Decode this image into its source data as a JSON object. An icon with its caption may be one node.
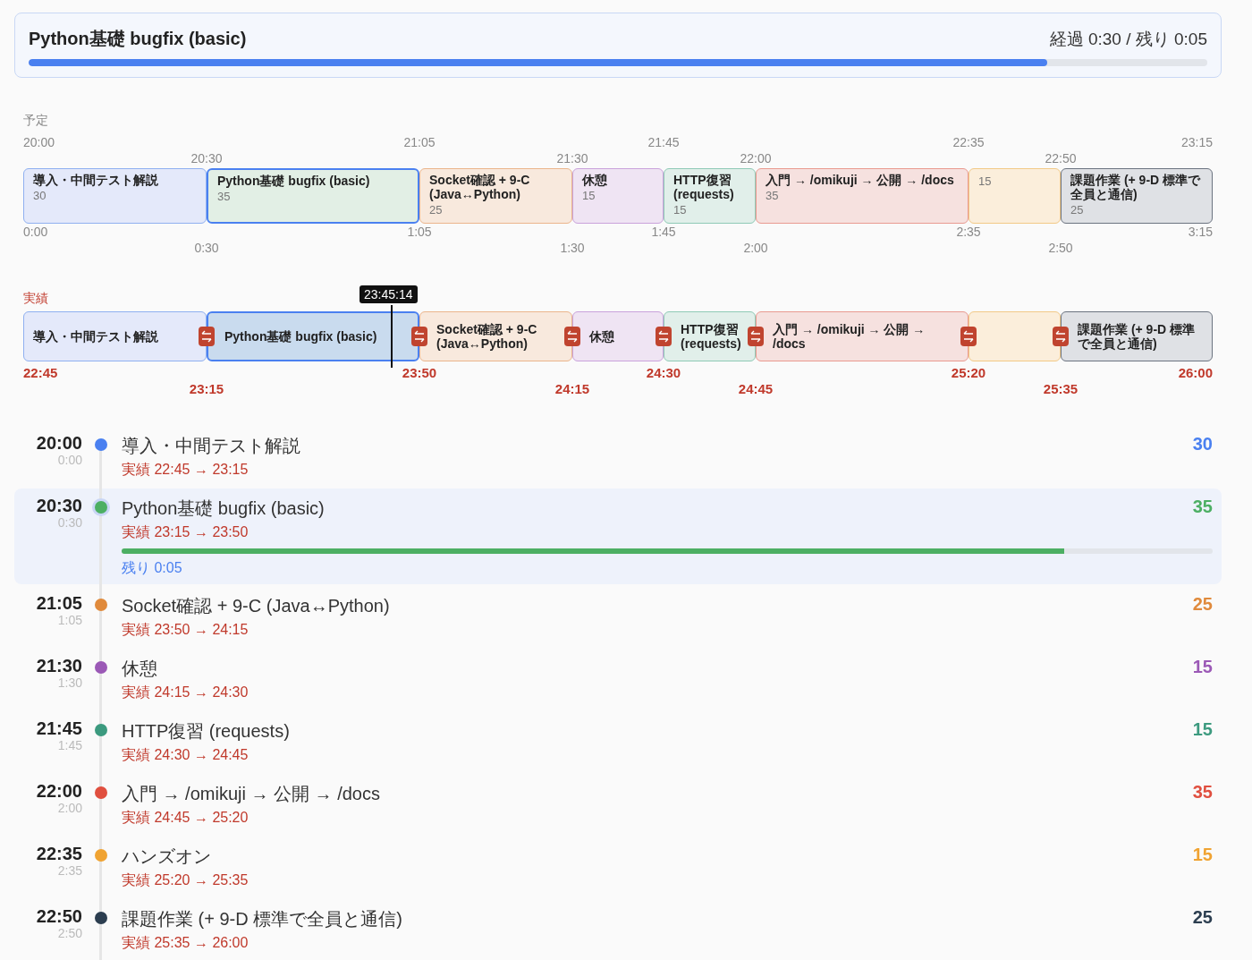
{
  "diagram": {
    "nodes": [
      {
        "text": [
          "Python基礎 bugfix (basic)",
          "経過 0:30 / 残り 0:05"
        ]
      },
      {
        "text": [
          "導入・中間テスト解説",
          "30"
        ]
      },
      {
        "text": [
          "Python基礎 bugfix (basic)",
          "35"
        ]
      },
      {
        "text": [
          "Socket確認 + 9-C (Java↔Python)",
          "25"
        ]
      },
      {
        "text": [
          "休憩",
          "15"
        ]
      },
      {
        "text": [
          "HTTP復習 (requests)",
          "15"
        ]
      },
      {
        "text": [
          "入門 → /omikuji → 公開 → /docs",
          "35"
        ]
      },
      {
        "text": [
          "15"
        ]
      },
      {
        "text": [
          "課題作業 (+ 9-D 標準で全員と通信)",
          "25"
        ]
      },
      {
        "text": [
          "導入・中間テスト解説"
        ]
      },
      {
        "text": [
          "Python基礎 bugfix (basic)"
        ]
      },
      {
        "text": [
          "Socket確認 + 9-C (Java↔Python)"
        ]
      },
      {
        "text": [
          "休憩"
        ]
      },
      {
        "text": [
          "HTTP復習 (requests)"
        ]
      },
      {
        "text": [
          "入門 → /omikuji → 公開 → /docs"
        ]
      },
      {
        "text": [],
        "shape": "box"
      },
      {
        "text": [
          "課題作業 (+ 9-D 標準で全員と通信)"
        ]
      },
      {
        "text": [
          "20:30",
          "0:30",
          "Python基礎 bugfix (basic)",
          "実績 23:15 → 23:50",
          "残り 0:05",
          "35"
        ]
      }
    ],
    "labels": [
      "予定",
      "20:00",
      "20:30",
      "21:05",
      "21:30",
      "21:45",
      "22:00",
      "22:35",
      "22:50",
      "23:15",
      "0:00",
      "0:30",
      "1:05",
      "1:30",
      "1:45",
      "2:00",
      "2:35",
      "2:50",
      "3:15",
      "実績",
      "23:45:14",
      "22:45",
      "23:15",
      "23:50",
      "24:15",
      "24:30",
      "24:45",
      "25:20",
      "25:35",
      "26:00",
      "20:00",
      "0:00",
      "導入・中間テスト解説",
      "実績 22:45 → 23:15",
      "30",
      "21:05",
      "1:05",
      "Socket確認 + 9-C (Java↔Python)",
      "実績 23:50 → 24:15",
      "25",
      "21:30",
      "1:30",
      "休憩",
      "実績 24:15 → 24:30",
      "15",
      "21:45",
      "1:45",
      "HTTP復習 (requests)",
      "実績 24:30 → 24:45",
      "15",
      "22:00",
      "2:00",
      "入門 → /omikuji → 公開 → /docs",
      "実績 24:45 → 25:20",
      "35",
      "22:35",
      "2:35",
      "ハンズオン",
      "実績 25:20 → 25:35",
      "15",
      "22:50",
      "2:50",
      "課題作業 (+ 9-D 標準で全員と通信)",
      "実績 25:35 → 26:00",
      "25"
    ]
  }
}
